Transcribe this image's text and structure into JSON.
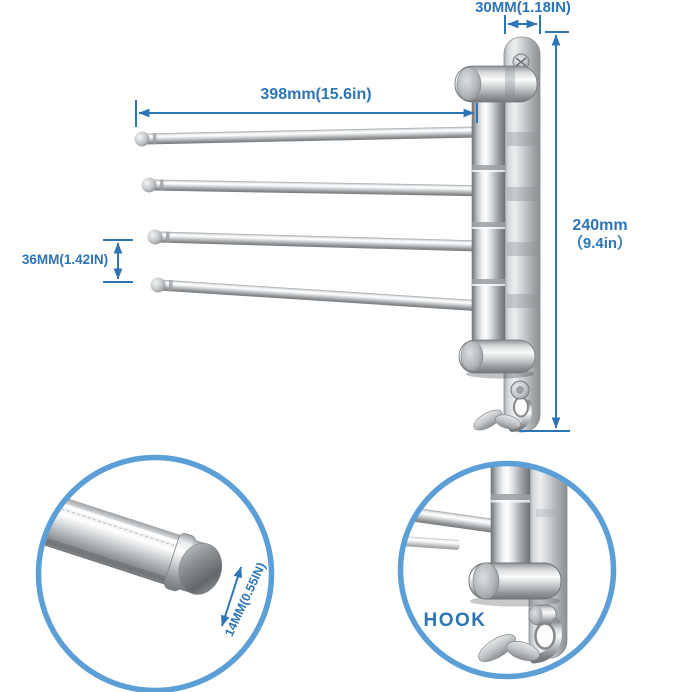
{
  "diagram": {
    "dimensions": {
      "bracket_width": "30MM(1.18IN)",
      "arm_length": "398mm(15.6in)",
      "height_line1": "240mm",
      "height_line2": "（9.4in）",
      "arm_spacing": "36MM(1.42IN)",
      "bar_diameter": "14MM(0.55IN)"
    },
    "callouts": {
      "hook": "HOOK"
    },
    "product": {
      "bar_count": 4,
      "hook_prongs": 2
    },
    "colors": {
      "annotation_text": "#2e75b6",
      "annotation_line": "#2e75b6",
      "callout_circle_border": "#5b9fd6",
      "background": "#ffffff",
      "chrome_light": "#f4f5f6",
      "chrome_dark": "#74787b"
    }
  }
}
